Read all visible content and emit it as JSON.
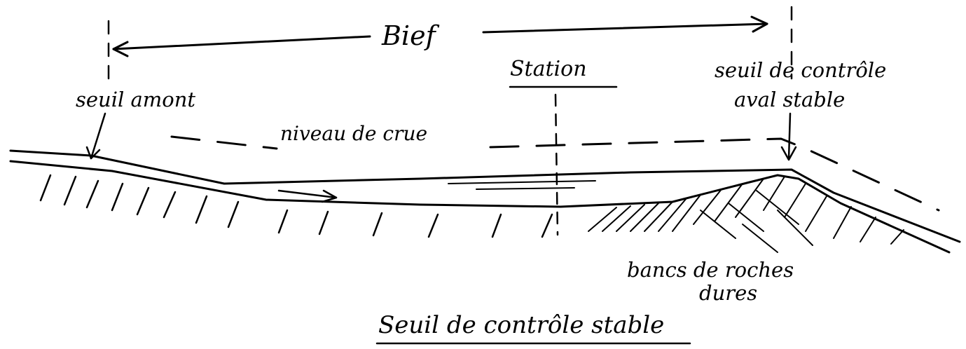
{
  "labels": {
    "reach": "Bief",
    "station": "Station",
    "upstream_sill": "seuil amont",
    "control_sill_line1": "seuil de contrôle",
    "control_sill_line2": "aval stable",
    "flood_level": "niveau de crue",
    "rock_banks_line1": "bancs de roches",
    "rock_banks_line2": "dures",
    "caption": "Seuil de contrôle stable"
  },
  "colors": {
    "ink": "#000000",
    "background": "#ffffff"
  }
}
